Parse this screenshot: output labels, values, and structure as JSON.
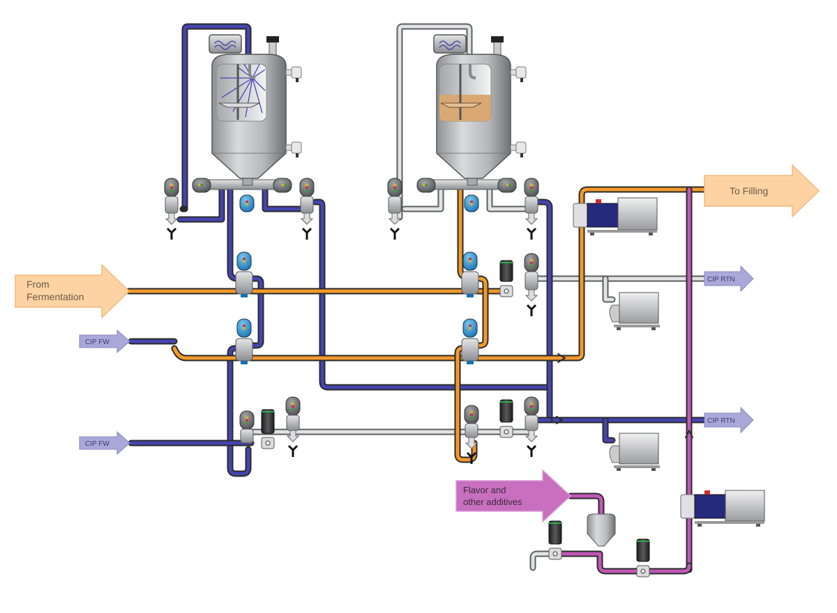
{
  "diagram": {
    "title": "Beverage processing P&ID (fermentation to filling with CIP)",
    "colors": {
      "product": "#f39a2b",
      "cip": "#3a3a9e",
      "additive": "#c158b8",
      "idle": "#d4d6d8",
      "product_arrow_fill": "#fdd3a3",
      "product_arrow_text": "#6b5a48",
      "cip_arrow_fill": "#a9a8d8",
      "cip_arrow_text": "#3a3a66",
      "additive_arrow_fill": "#c86fbf",
      "additive_arrow_text": "#3d2a3c",
      "tank_liquid": "#d9a873",
      "valve_blue": "#2a8fd0",
      "valve_grey": "#6e6e70",
      "pump_motor_blue": "#252a7c"
    },
    "arrows": {
      "from_fermentation": {
        "line1": "From",
        "line2": "Fermentation"
      },
      "to_filling": {
        "label": "To Filling"
      },
      "cip_fw_1": {
        "label": "CIP FW"
      },
      "cip_fw_2": {
        "label": "CIP FW"
      },
      "cip_rtn_1": {
        "label": "CIP RTN"
      },
      "cip_rtn_2": {
        "label": "CIP RTN"
      },
      "flavor": {
        "line1": "Flavor and",
        "line2": "other additives"
      }
    },
    "tanks": [
      {
        "name": "tank-1",
        "state": "CIP cleaning (spray ball active)"
      },
      {
        "name": "tank-2",
        "state": "Filled with product"
      }
    ],
    "equipment": {
      "pumps": [
        "positive-displacement-pump-to-filling",
        "centrifugal-pump-cip-rtn-1",
        "centrifugal-pump-cip-rtn-2",
        "positive-displacement-pump-additive"
      ],
      "dosing_tank": "additive-dosing-tank"
    }
  }
}
